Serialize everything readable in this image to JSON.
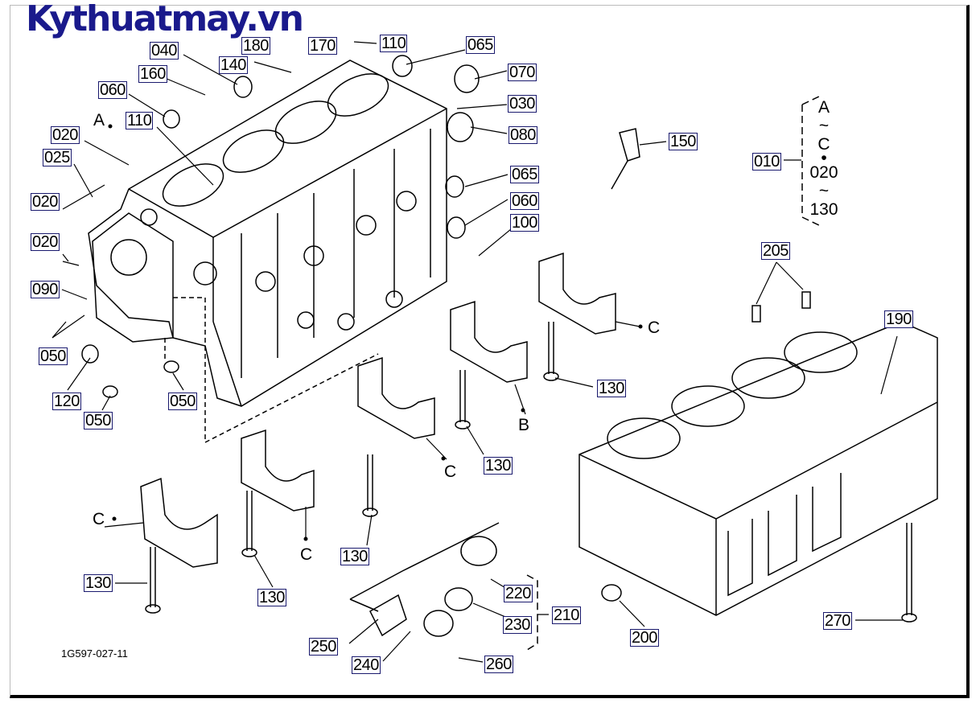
{
  "watermark": "Kythuatmay.vn",
  "drawing_number": "1G597-027-11",
  "assembly_ref": {
    "callout": "010",
    "range_lines": [
      "A",
      "~",
      "C",
      "•",
      "020",
      "~",
      "130"
    ]
  },
  "reference_letters": {
    "a": "A",
    "b": "B",
    "c": "C"
  },
  "callouts": {
    "p180": "180",
    "p170": "170",
    "p110_top": "110",
    "p065_top": "065",
    "p040": "040",
    "p140": "140",
    "p070": "070",
    "p160": "160",
    "p030": "030",
    "p060_left": "060",
    "p110_left": "110",
    "p080": "080",
    "p150": "150",
    "p020_a": "020",
    "p025": "025",
    "p065_mid": "065",
    "p020_b": "020",
    "p060_mid": "060",
    "p100": "100",
    "p020_c": "020",
    "p205": "205",
    "p090": "090",
    "p190": "190",
    "p050_a": "050",
    "p130_a": "130",
    "p120": "120",
    "p050_b": "050",
    "p050_c": "050",
    "p130_b": "130",
    "p130_c": "130",
    "p130_d": "130",
    "p130_e": "130",
    "p220": "220",
    "p230": "230",
    "p210": "210",
    "p250": "250",
    "p200": "200",
    "p270": "270",
    "p240": "240",
    "p260": "260"
  },
  "colors": {
    "watermark": "#1a1a8c",
    "callout_border": "#1a1a6e",
    "line": "#000000"
  }
}
